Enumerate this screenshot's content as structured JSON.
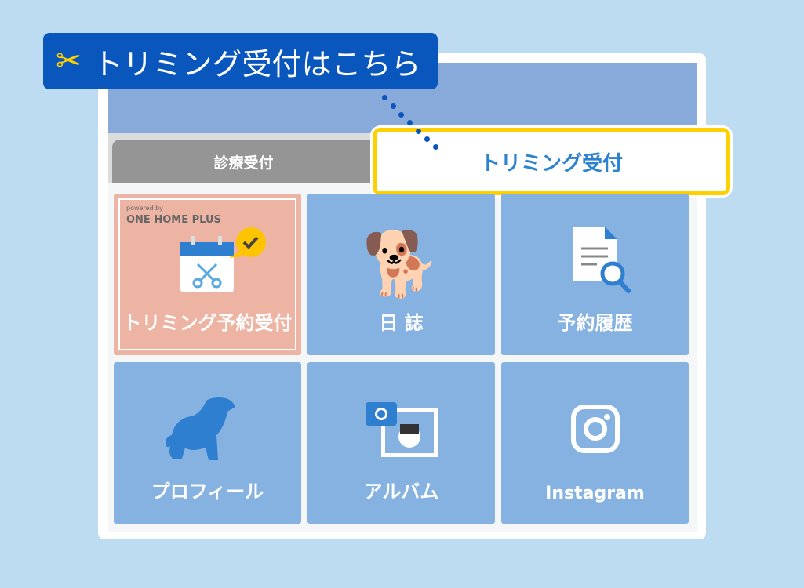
{
  "callout": {
    "icon": "scissors-icon",
    "text": "トリミング受付はこちら"
  },
  "tabs": [
    {
      "label": "診療受付"
    },
    {
      "label": "トリミング受付"
    }
  ],
  "tiles": [
    {
      "label": "トリミング予約受付",
      "powered": "powered by",
      "brand": "ONE HOME PLUS",
      "icon": "calendar-scissors-icon"
    },
    {
      "label": "日 誌",
      "icon": "dog-diary-icon"
    },
    {
      "label": "予約履歴",
      "icon": "document-search-icon"
    },
    {
      "label": "プロフィール",
      "icon": "dog-icon"
    },
    {
      "label": "アルバム",
      "icon": "photo-album-icon"
    },
    {
      "label": "Instagram",
      "icon": "instagram-icon"
    }
  ],
  "colors": {
    "accent": "#0956bd",
    "highlight": "#ffd000",
    "tile": "#86b2e1",
    "trim_tile": "#eeb4a3"
  }
}
